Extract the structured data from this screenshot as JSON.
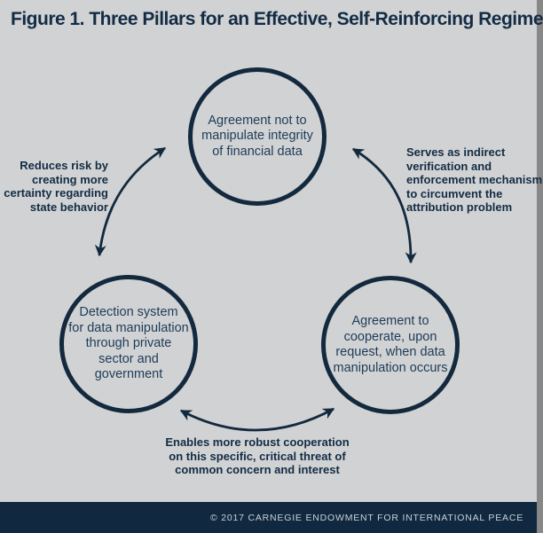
{
  "title": "Figure 1. Three Pillars for an Effective, Self-Reinforcing Regime",
  "nodes": {
    "top": "Agreement not to\nmanipulate integrity\nof financial data",
    "bottom_left": "Detection system\nfor data manipulation\nthrough private\nsector and\ngovernment",
    "bottom_right": "Agreement to\ncooperate, upon\nrequest, when data\nmanipulation occurs"
  },
  "edge_labels": {
    "left": "Reduces risk by\ncreating more\ncertainty regarding\nstate behavior",
    "right": "Serves as indirect\nverification and\nenforcement mechanism\nto circumvent the\nattribution problem",
    "bottom": "Enables more robust cooperation\non this specific, critical threat of\ncommon concern and interest"
  },
  "arrows": [
    {
      "name": "left-double-arrow",
      "connects": [
        "top",
        "bottom_left"
      ],
      "style": "curved, double-headed"
    },
    {
      "name": "right-double-arrow",
      "connects": [
        "top",
        "bottom_right"
      ],
      "style": "curved, double-headed"
    },
    {
      "name": "bottom-double-arrow",
      "connects": [
        "bottom_left",
        "bottom_right"
      ],
      "style": "curved, double-headed"
    }
  ],
  "footer": {
    "copyright": "© 2017 CARNEGIE ENDOWMENT FOR INTERNATIONAL PEACE"
  },
  "colors": {
    "background": "#d1d2d3",
    "navy": "#13293e",
    "circle_text": "#1d3c59",
    "footer_background": "#112940",
    "footer_text": "#c9d0d6"
  }
}
